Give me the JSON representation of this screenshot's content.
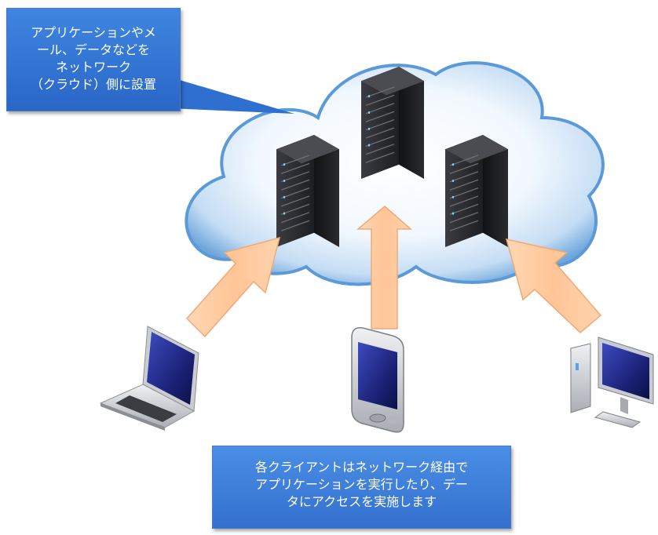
{
  "callouts": {
    "top": {
      "lines": [
        "アプリケーションやメ",
        "ール、データなどを",
        "ネットワーク",
        "（クラウド）側に設置"
      ]
    },
    "bottom": {
      "lines": [
        "各クライアントはネットワーク経由で",
        "アプリケーションを実行したり、デー",
        "タにアクセスを実施します"
      ]
    }
  },
  "devices": {
    "servers": [
      "server",
      "server",
      "server"
    ],
    "clients": [
      "laptop",
      "smartphone",
      "desktop-pc"
    ]
  },
  "colors": {
    "cloud_edge": "#5a9ad8",
    "cloud_fill": "#eaf4fd",
    "arrow_fill": "#ffc79c",
    "arrow_stroke": "#f2a874",
    "callout_fill": "#2f6fd0",
    "server_body": "#1e1f22"
  }
}
